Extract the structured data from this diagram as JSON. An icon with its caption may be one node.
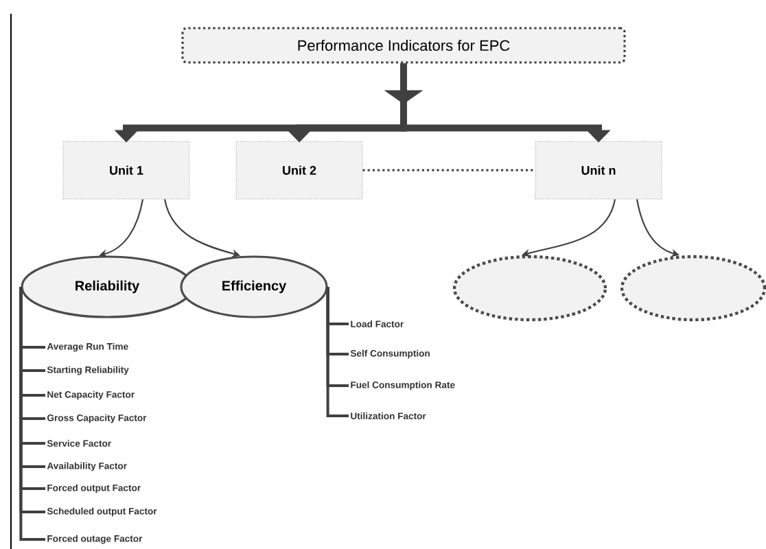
{
  "diagram": {
    "nodes": [
      {
        "text": [
          "Performance Indicators for EPC"
        ]
      },
      {
        "text": [
          "Unit 1"
        ]
      },
      {
        "text": [
          "Unit 2"
        ]
      },
      {
        "text": [
          "Unit n"
        ]
      },
      {
        "text": [
          "Reliability"
        ]
      },
      {
        "text": [
          "Efficiency"
        ]
      },
      {
        "text": [],
        "shape": "ellipse"
      },
      {
        "text": [],
        "shape": "ellipse"
      },
      {
        "text": [
          "Average Run Time"
        ]
      },
      {
        "text": [
          "Starting Reliability"
        ]
      },
      {
        "text": [
          "Net Capacity Factor"
        ]
      },
      {
        "text": [
          "Gross Capacity Factor"
        ]
      },
      {
        "text": [
          "Service Factor"
        ]
      },
      {
        "text": [
          "Availability Factor"
        ]
      },
      {
        "text": [
          "Forced output Factor"
        ]
      },
      {
        "text": [
          "Scheduled output Factor"
        ]
      },
      {
        "text": [
          "Forced outage Factor"
        ]
      },
      {
        "text": [
          "Load Factor"
        ]
      },
      {
        "text": [
          "Self Consumption"
        ]
      },
      {
        "text": [
          "Fuel Consumption Rate"
        ]
      },
      {
        "text": [
          "Utilization Factor"
        ]
      }
    ],
    "edges": [
      {
        "from": 0,
        "to": 1,
        "arrow": "to",
        "style": "thick"
      },
      {
        "from": 0,
        "to": 2,
        "arrow": "to",
        "style": "thick"
      },
      {
        "from": 0,
        "to": 3,
        "arrow": "to",
        "style": "thick"
      },
      {
        "from": 2,
        "to": 3,
        "arrow": "none",
        "style": "dashed"
      },
      {
        "from": 1,
        "to": 4,
        "arrow": "to"
      },
      {
        "from": 1,
        "to": 5,
        "arrow": "to"
      },
      {
        "from": 3,
        "to": 6,
        "arrow": "to"
      },
      {
        "from": 3,
        "to": 7,
        "arrow": "to"
      },
      {
        "from": 4,
        "to": 8,
        "arrow": "none"
      },
      {
        "from": 4,
        "to": 9,
        "arrow": "none"
      },
      {
        "from": 4,
        "to": 10,
        "arrow": "none"
      },
      {
        "from": 4,
        "to": 11,
        "arrow": "none"
      },
      {
        "from": 4,
        "to": 12,
        "arrow": "none"
      },
      {
        "from": 4,
        "to": 13,
        "arrow": "none"
      },
      {
        "from": 4,
        "to": 14,
        "arrow": "none"
      },
      {
        "from": 4,
        "to": 15,
        "arrow": "none"
      },
      {
        "from": 4,
        "to": 16,
        "arrow": "none"
      },
      {
        "from": 5,
        "to": 17,
        "arrow": "none"
      },
      {
        "from": 5,
        "to": 18,
        "arrow": "none"
      },
      {
        "from": 5,
        "to": 19,
        "arrow": "none"
      },
      {
        "from": 5,
        "to": 20,
        "arrow": "none"
      }
    ]
  }
}
